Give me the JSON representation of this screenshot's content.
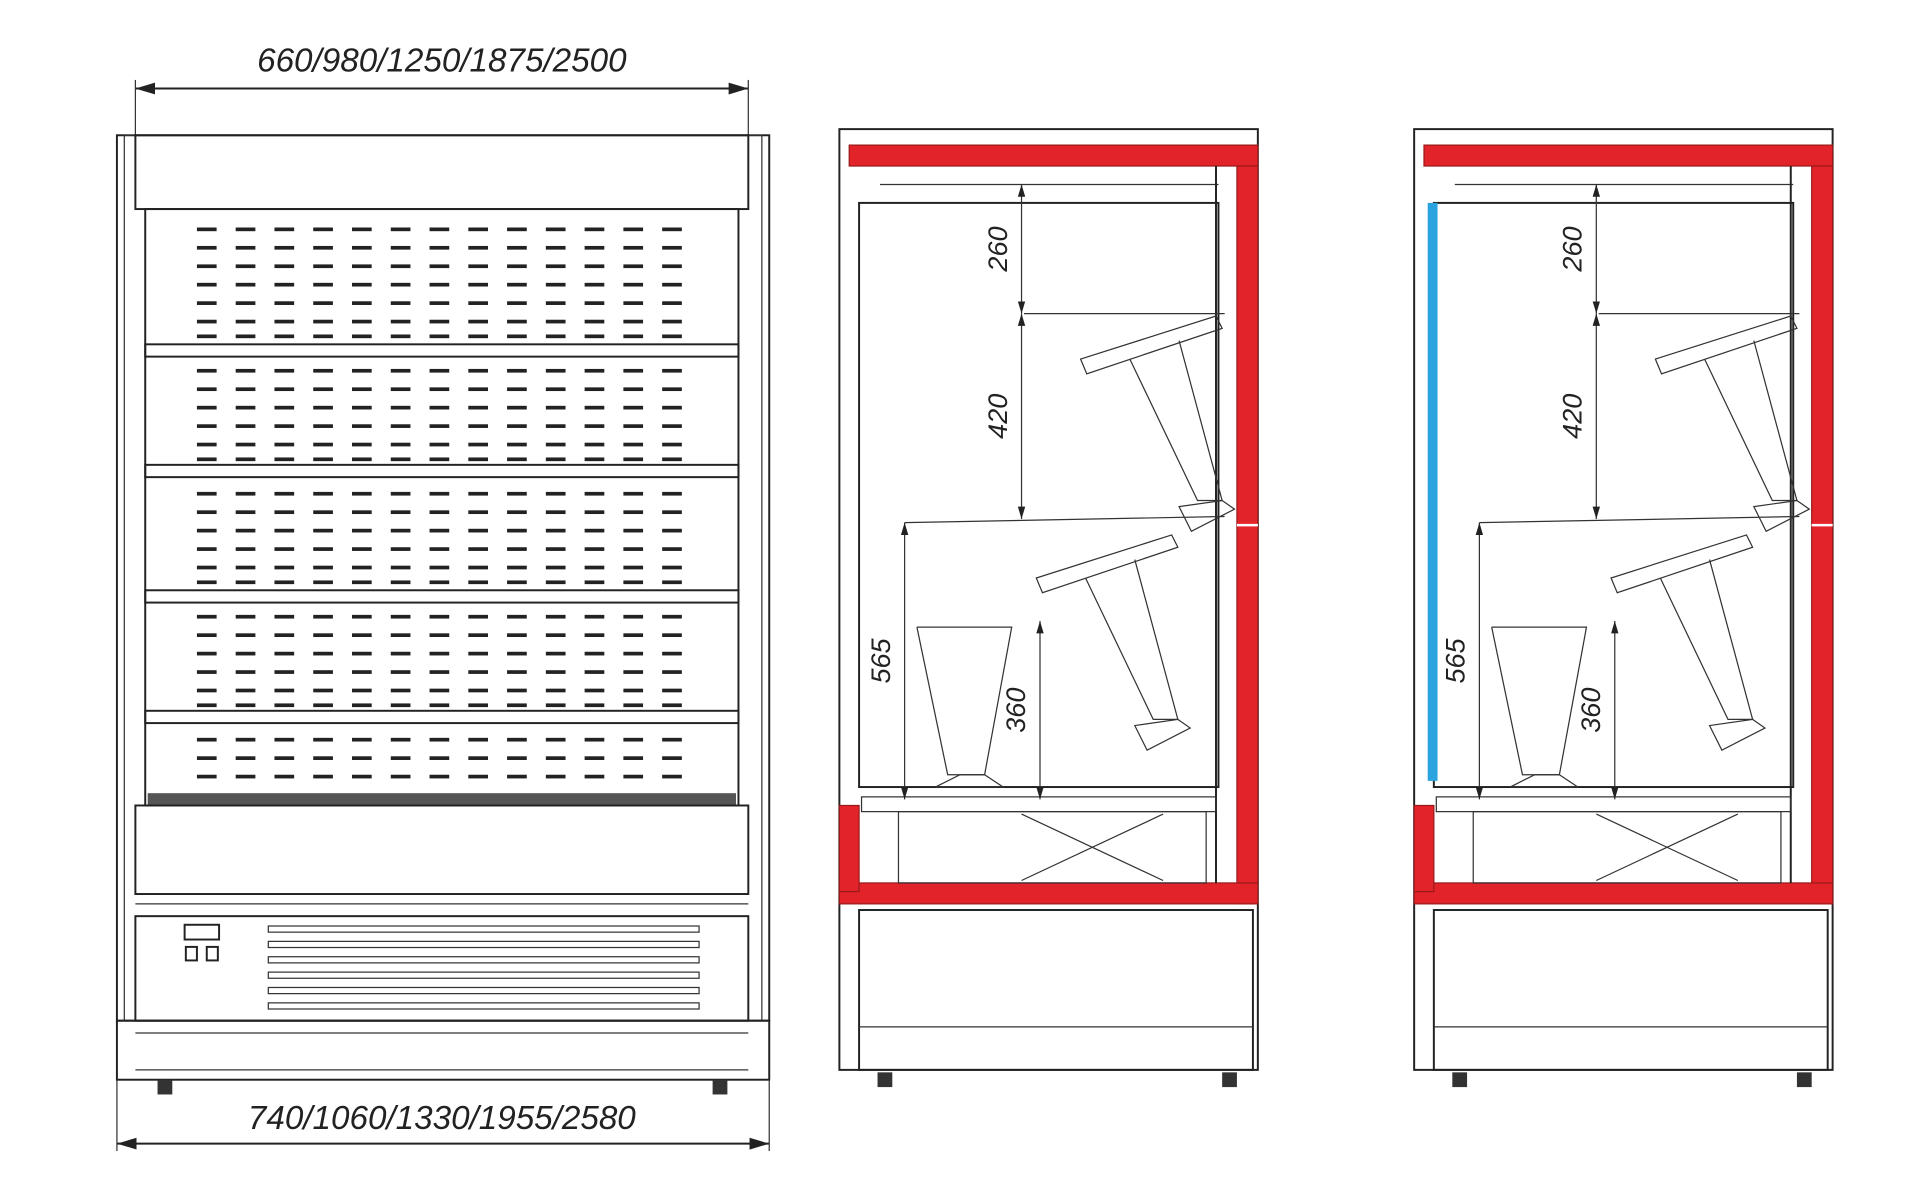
{
  "front_view": {
    "top_width_label": "660/980/1250/1875/2500",
    "bottom_width_label": "740/1060/1330/1955/2580",
    "shelf_count": 4,
    "slot_columns": 13
  },
  "side_views": [
    {
      "name": "side-view-standard",
      "dimensions": {
        "top_gap": "260",
        "shelf_gap": "420",
        "lower_height": "565",
        "base_shelf_height": "360"
      },
      "blue_strip": false
    },
    {
      "name": "side-view-with-curtain",
      "dimensions": {
        "top_gap": "260",
        "shelf_gap": "420",
        "lower_height": "565",
        "base_shelf_height": "360"
      },
      "blue_strip": true
    }
  ],
  "colors": {
    "insulation": "#e3232a",
    "curtain": "#2aa3df",
    "line": "#222222"
  }
}
